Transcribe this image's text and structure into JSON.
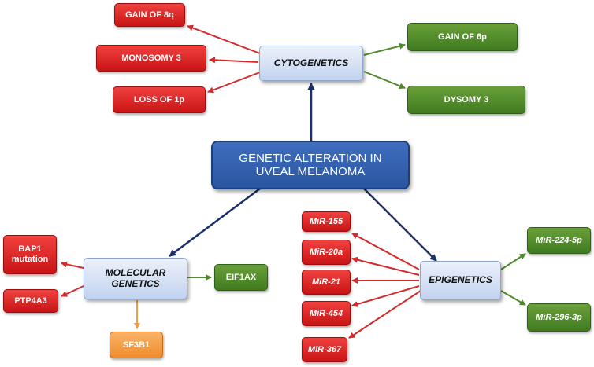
{
  "center": {
    "line1": "GENETIC ALTERATION IN",
    "line2": "UVEAL MELANOMA"
  },
  "cytogenetics": {
    "label": "CYTOGENETICS",
    "left": [
      "GAIN OF 8q",
      "MONOSOMY 3",
      "LOSS OF 1p"
    ],
    "right": [
      "GAIN OF 6p",
      "DYSOMY 3"
    ]
  },
  "molecular": {
    "line1": "MOLECULAR",
    "line2": "GENETICS",
    "bap1_line1": "BAP1",
    "bap1_line2": "mutation",
    "ptp4a3": "PTP4A3",
    "eif1ax": "EIF1AX",
    "sf3b1": "SF3B1"
  },
  "epigenetics": {
    "label": "EPIGENETICS",
    "left": [
      "MiR-155",
      "MiR-20a",
      "MiR-21",
      "MiR-454",
      "MiR-367"
    ],
    "right": [
      "MiR-224-5p",
      "MiR-296-3p"
    ]
  },
  "colors": {
    "red": "#d92323",
    "green": "#4e8a2a",
    "orange": "#f39c3d",
    "light_blue": "#c6d5ef",
    "center_blue": "#2f5ea8",
    "arrow_red": "#d42a2a",
    "arrow_green": "#4e8a2a",
    "arrow_navy": "#1b2f6b",
    "arrow_orange": "#f39c3d"
  }
}
